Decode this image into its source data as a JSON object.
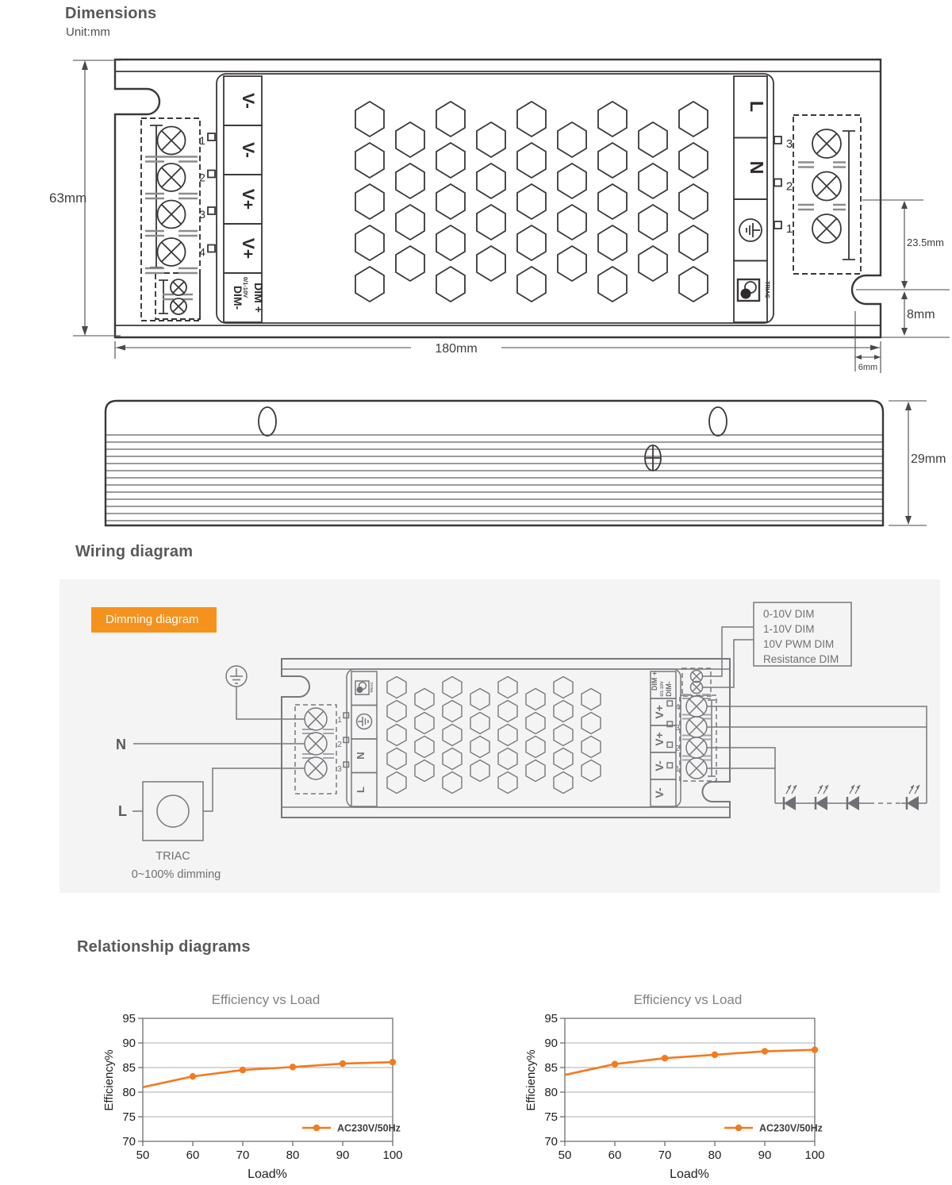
{
  "palette": {
    "orange": "#F5921E",
    "chart_line": "#F4791F",
    "heading_gray": "#58595B",
    "panel_gray": "#F4F4F5",
    "dark_line": "#3B3738",
    "gray_line": "#77787B"
  },
  "dimensions_section": {
    "title": "Dimensions",
    "unit": "Unit:mm",
    "top_view": {
      "output_terminals": [
        "V-",
        "V-",
        "V+",
        "V+"
      ],
      "dim_terminal": {
        "minus": "DIM-",
        "plus": "DIM +",
        "range": "0/1-10V"
      },
      "input_terminals": {
        "line": "L",
        "neutral": "N",
        "triac": "TRIAC"
      },
      "left_port_numbers": [
        "1",
        "2",
        "3",
        "4"
      ],
      "right_port_numbers": [
        "3",
        "2",
        "1"
      ],
      "dim_labels": {
        "height": "63mm",
        "length": "180mm",
        "terminal_offset": "23.5mm",
        "notch_offset": "8mm",
        "notch_depth": "6mm"
      }
    },
    "side_view": {
      "dim_labels": {
        "thickness": "29mm"
      }
    }
  },
  "wiring_section": {
    "title": "Wiring diagram",
    "badge": "Dimming diagram",
    "input_labels": {
      "neutral": "N",
      "line": "L"
    },
    "triac_dimmer": {
      "label": "TRIAC",
      "sublabel": "0~100% dimming"
    },
    "dim_box_lines": [
      "0-10V DIM",
      "1-10V DIM",
      "10V PWM DIM",
      "Resistance DIM"
    ],
    "device": {
      "dim_terminal": {
        "plus": "DIM +",
        "minus": "DIM-",
        "range": "0/1-10V"
      },
      "v_terminals": [
        "V+",
        "V+",
        "V-",
        "V-"
      ],
      "input_terminals": {
        "triac": "TRIAC",
        "neutral": "N",
        "line": "L"
      },
      "left_port_numbers": [
        "1",
        "2",
        "3"
      ],
      "right_port_numbers": [
        "4",
        "3",
        "2",
        "1"
      ]
    }
  },
  "relationship_section": {
    "title": "Relationship diagrams"
  },
  "chart_data": [
    {
      "type": "line",
      "title": "Efficiency vs Load",
      "xlabel": "Load%",
      "ylabel": "Efficiency%",
      "x": [
        50,
        60,
        70,
        80,
        90,
        100
      ],
      "series": [
        {
          "name": "AC230V/50Hz",
          "values": [
            81,
            83.2,
            84.5,
            85.1,
            85.8,
            86.1
          ]
        }
      ],
      "ylim": [
        70,
        95
      ],
      "yticks": [
        70,
        75,
        80,
        85,
        90,
        95
      ],
      "xticks": [
        50,
        60,
        70,
        80,
        90,
        100
      ],
      "grid": true,
      "legend_position": "bottom-right",
      "line_color": "#F4791F"
    },
    {
      "type": "line",
      "title": "Efficiency vs Load",
      "xlabel": "Load%",
      "ylabel": "Efficiency%",
      "x": [
        50,
        60,
        70,
        80,
        90,
        100
      ],
      "series": [
        {
          "name": "AC230V/50Hz",
          "values": [
            83.5,
            85.7,
            86.9,
            87.6,
            88.3,
            88.6
          ]
        }
      ],
      "ylim": [
        70,
        95
      ],
      "yticks": [
        70,
        75,
        80,
        85,
        90,
        95
      ],
      "xticks": [
        50,
        60,
        70,
        80,
        90,
        100
      ],
      "grid": true,
      "legend_position": "bottom-right",
      "line_color": "#F4791F"
    }
  ]
}
